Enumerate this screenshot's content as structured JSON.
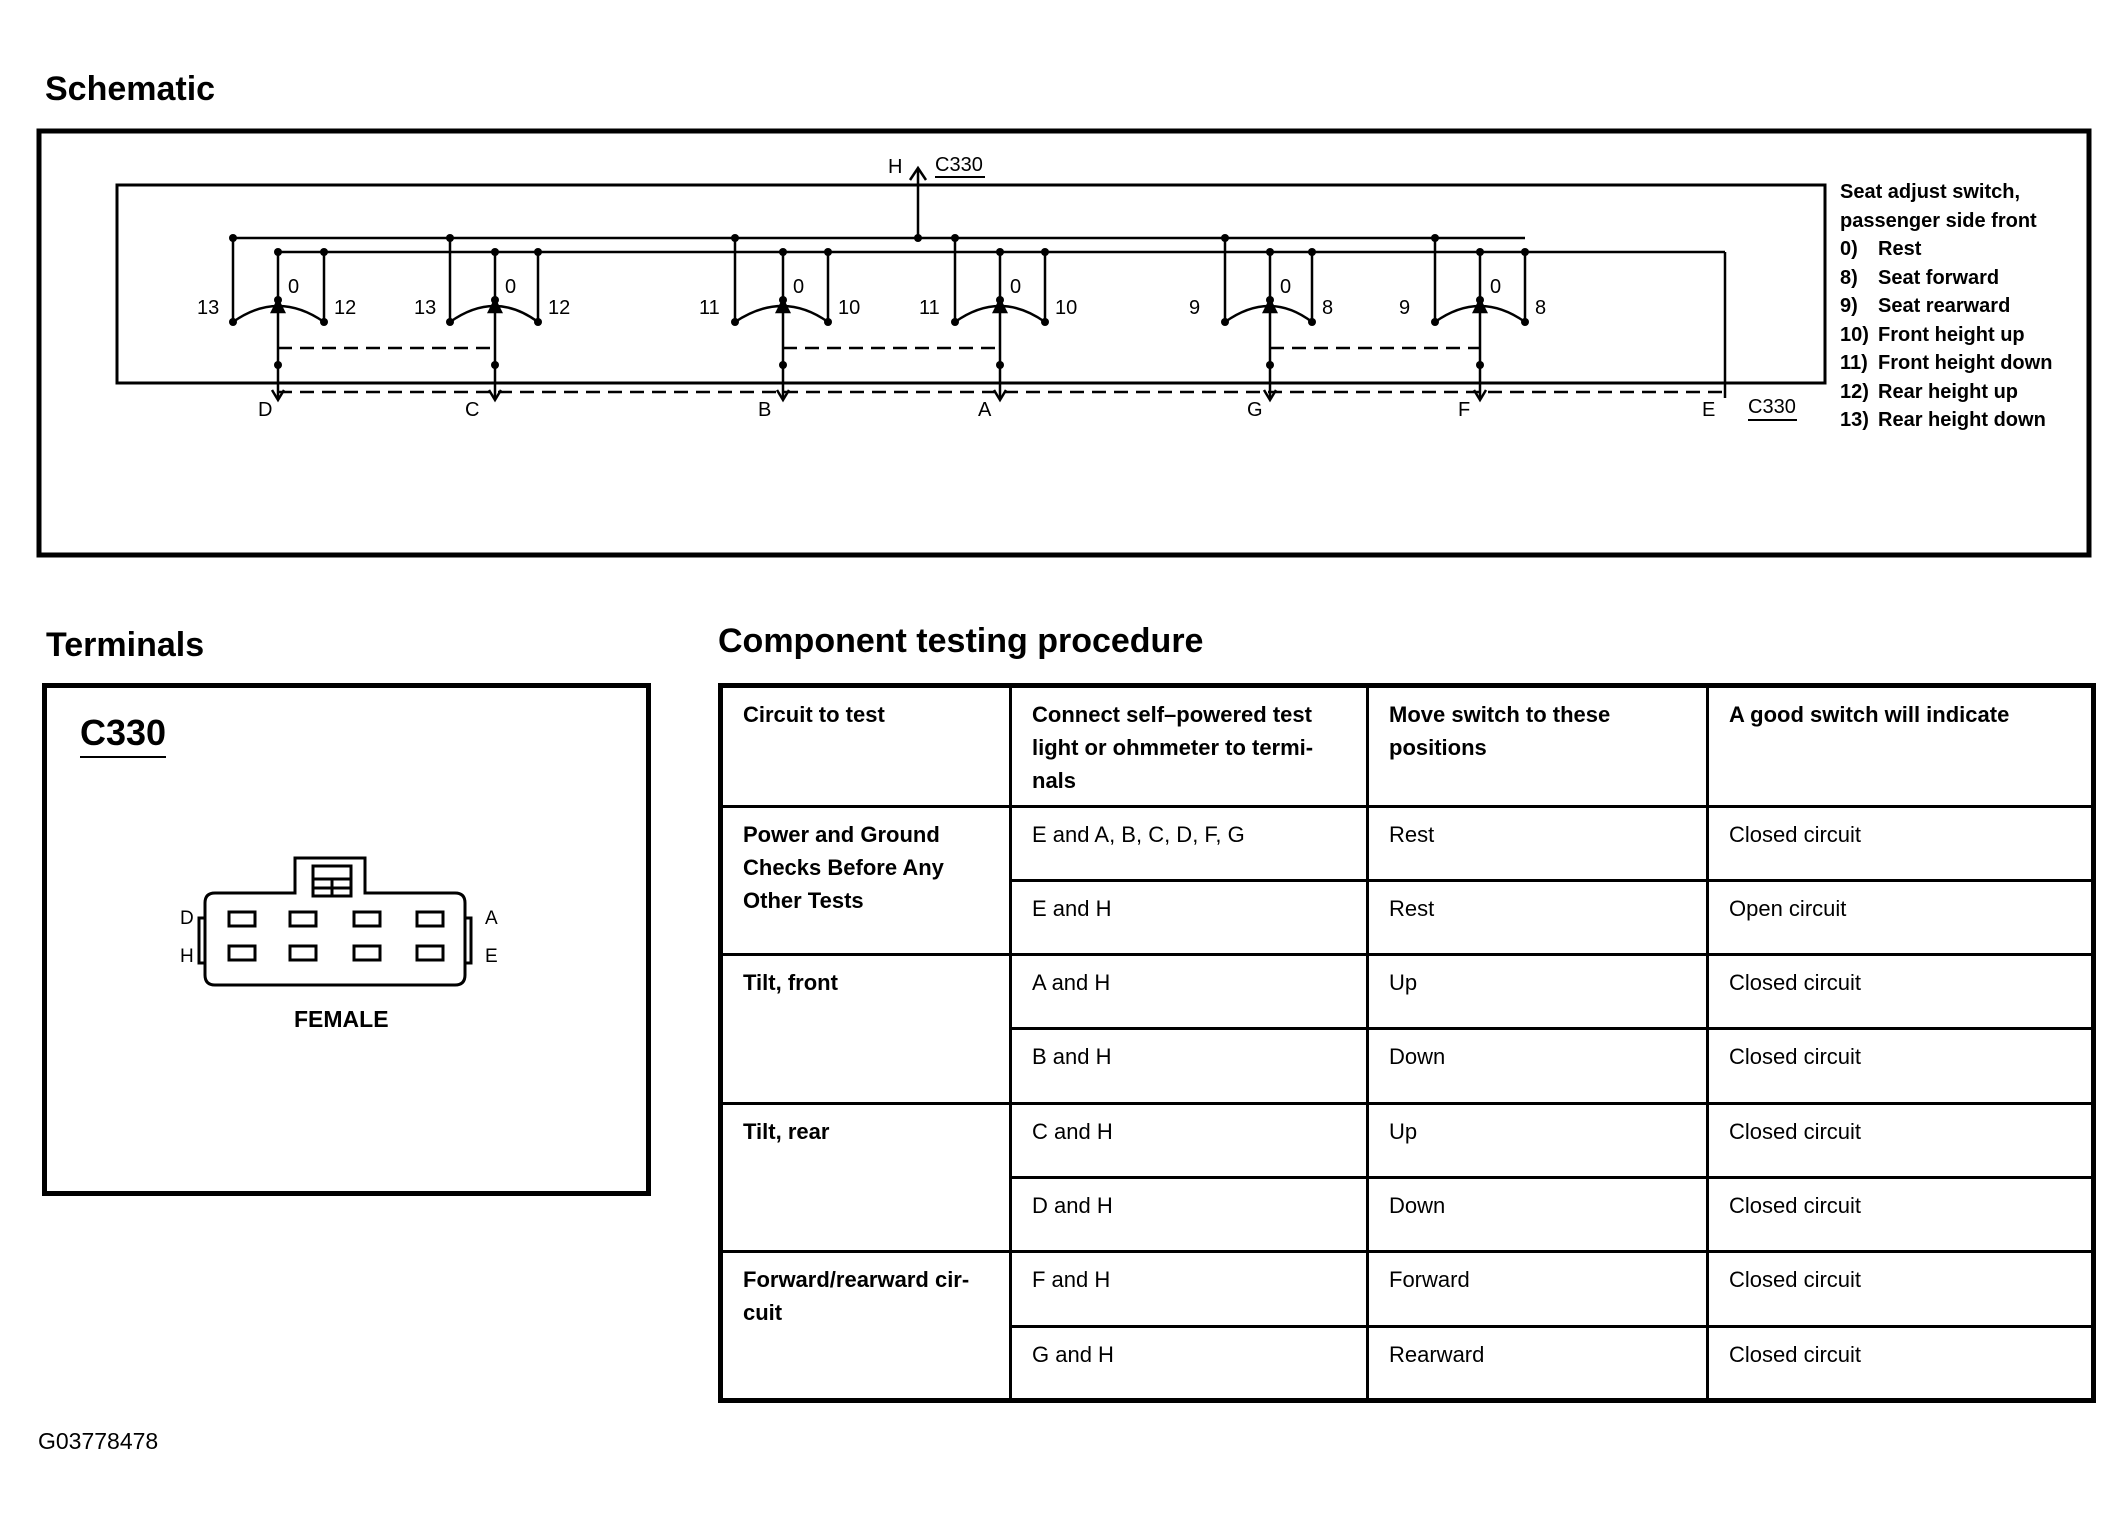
{
  "schematic": {
    "heading": "Schematic",
    "connector_ref": "C330",
    "top_pin": "H",
    "bottom_pins": [
      "D",
      "C",
      "B",
      "A",
      "G",
      "F",
      "E"
    ],
    "switch_labels": [
      [
        "13",
        "0",
        "12"
      ],
      [
        "13",
        "0",
        "12"
      ],
      [
        "11",
        "0",
        "10"
      ],
      [
        "11",
        "0",
        "10"
      ],
      [
        "9",
        "0",
        "8"
      ],
      [
        "9",
        "0",
        "8"
      ]
    ],
    "legend": {
      "title_line1": "Seat adjust switch,",
      "title_line2": "passenger side front",
      "items": [
        {
          "num": "0)",
          "text": "Rest"
        },
        {
          "num": "8)",
          "text": "Seat forward"
        },
        {
          "num": "9)",
          "text": "Seat rearward"
        },
        {
          "num": "10)",
          "text": "Front height up"
        },
        {
          "num": "11)",
          "text": "Front height down"
        },
        {
          "num": "12)",
          "text": "Rear height up"
        },
        {
          "num": "13)",
          "text": "Rear height down"
        }
      ]
    }
  },
  "terminals": {
    "heading": "Terminals",
    "connector": "C330",
    "gender": "FEMALE",
    "pin_labels": {
      "top_left": "D",
      "bottom_left": "H",
      "top_right": "A",
      "bottom_right": "E"
    }
  },
  "procedure": {
    "heading": "Component testing procedure",
    "columns": [
      "Circuit to test",
      "Connect self–powered test light or ohmmeter to termi-nals",
      "Move switch to these positions",
      "A good switch will indicate"
    ],
    "groups": [
      {
        "circuit": "Power and Ground Checks Before Any Other Tests",
        "rows": [
          {
            "connect": "E and A, B, C, D, F, G",
            "position": "Rest",
            "indicate": "Closed circuit"
          },
          {
            "connect": "E and H",
            "position": "Rest",
            "indicate": "Open circuit"
          }
        ]
      },
      {
        "circuit": "Tilt, front",
        "rows": [
          {
            "connect": "A and H",
            "position": "Up",
            "indicate": "Closed circuit"
          },
          {
            "connect": "B and H",
            "position": "Down",
            "indicate": "Closed circuit"
          }
        ]
      },
      {
        "circuit": "Tilt, rear",
        "rows": [
          {
            "connect": "C and H",
            "position": "Up",
            "indicate": "Closed circuit"
          },
          {
            "connect": "D and H",
            "position": "Down",
            "indicate": "Closed circuit"
          }
        ]
      },
      {
        "circuit": "Forward/rearward cir-cuit",
        "rows": [
          {
            "connect": "F and H",
            "position": "Forward",
            "indicate": "Closed circuit"
          },
          {
            "connect": "G and H",
            "position": "Rearward",
            "indicate": "Closed circuit"
          }
        ]
      }
    ]
  },
  "figure_id": "G03778478"
}
